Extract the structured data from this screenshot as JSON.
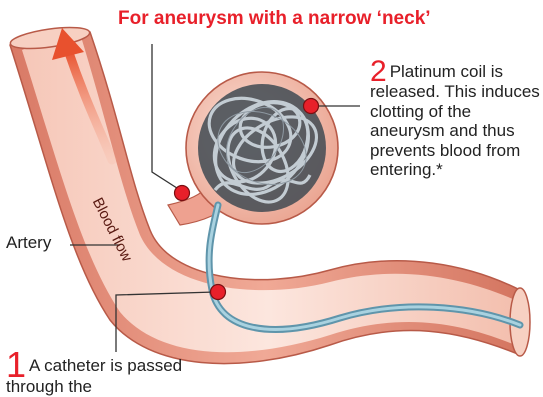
{
  "title": "For aneurysm with a narrow ‘neck’",
  "step2": {
    "number": "2",
    "text": "Platinum coil is released. This induces clotting of the aneurysm and thus prevents blood from entering.*"
  },
  "step1": {
    "number": "1",
    "text": "A catheter is passed through the"
  },
  "artery_label": "Artery",
  "flow_label": "Blood flow",
  "colors": {
    "accent": "#e8202a",
    "artery_wall": "#e4907c",
    "artery_inner": "#f8d4c6",
    "catheter": "#7fb3c8",
    "coil": "#b8c4cc"
  },
  "icons": [
    "marker-dot",
    "flow-arrow"
  ]
}
